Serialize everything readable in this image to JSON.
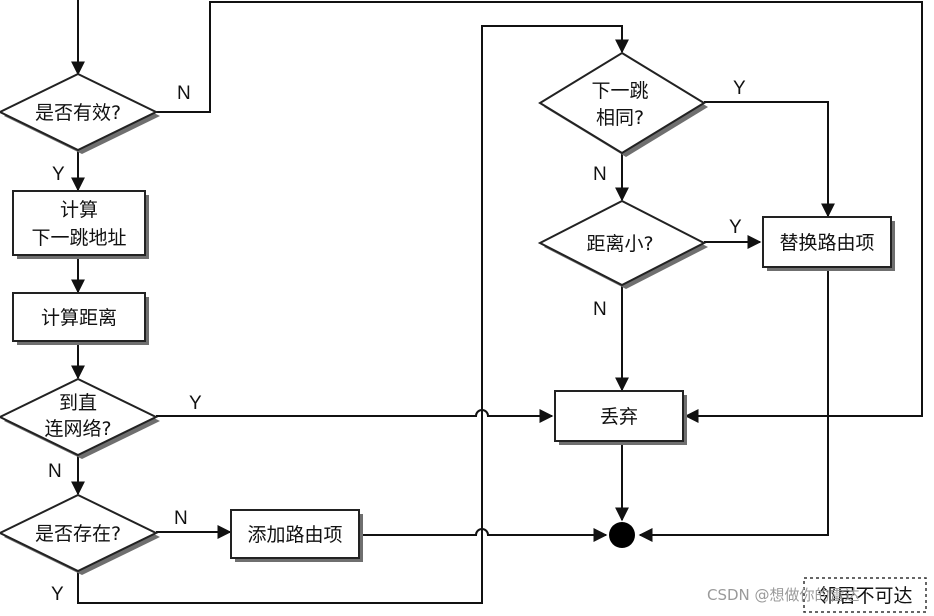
{
  "nodes": {
    "valid": "是否有效?",
    "calc_next_hop_line1": "计算",
    "calc_next_hop_line2": "下一跳地址",
    "calc_distance": "计算距离",
    "direct_net_line1": "到直",
    "direct_net_line2": "连网络?",
    "exists": "是否存在?",
    "add_route": "添加路由项",
    "same_next_hop_line1": "下一跳",
    "same_next_hop_line2": "相同?",
    "distance_smaller": "距离小?",
    "replace_route": "替换路由项",
    "discard": "丢弃",
    "neighbor_unreachable": "邻居不可达"
  },
  "edge_labels": {
    "valid_no": "N",
    "valid_yes": "Y",
    "direct_yes": "Y",
    "direct_no": "N",
    "exists_no": "N",
    "exists_yes": "Y",
    "same_yes": "Y",
    "same_no": "N",
    "smaller_yes": "Y",
    "smaller_no": "N"
  },
  "watermark": "CSDN @想做你的雷达"
}
